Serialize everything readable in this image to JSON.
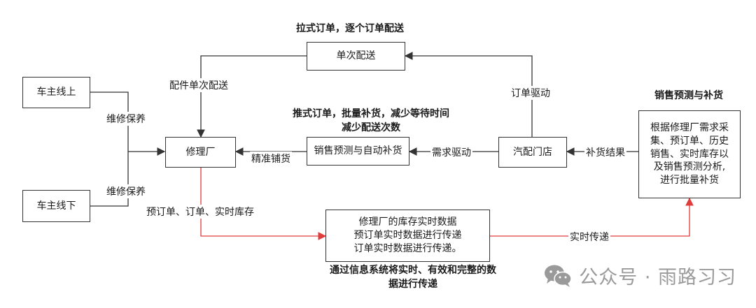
{
  "nodes": {
    "single_delivery": "单次配送",
    "owner_online": "车主线上",
    "owner_offline": "车主线下",
    "repair_shop": "修理厂",
    "forecast_replenish": "销售预测与自动补货",
    "parts_store": "汽配门店",
    "forecast_detail": [
      "根据修理厂需求采",
      "集、预订单、历史",
      "销售、实时库存以",
      "及销售预测分析,",
      "进行批量补货"
    ],
    "realtime_data": [
      "修理厂的库存实时数据",
      "预订单实时数据进行传递",
      "订单实时数据进行传递。"
    ]
  },
  "edge_labels": {
    "parts_single": "配件单次配送",
    "maintenance_top": "维修保养",
    "maintenance_bottom": "维修保养",
    "order_driven": "订单驱动",
    "precise_stock": "精准铺货",
    "demand_driven": "需求驱动",
    "replenish_result": "补货结果",
    "preorder_stock": "预订单、订单、实时库存",
    "realtime_transfer": "实时传递"
  },
  "captions": {
    "pull_mode": "拉式订单，逐个订单配送",
    "push_mode": [
      "推式订单，批量补货，减少等待时间",
      "减少配送次数"
    ],
    "sales_forecast": "销售预测与补货",
    "info_system": [
      "通过信息系统将实时、有效和完整的数",
      "据进行传递"
    ]
  },
  "watermark": {
    "icon": "wechat-icon",
    "text": "公众号 · 雨路习习"
  },
  "colors": {
    "line": "#333333",
    "highlight": "#e03c3c",
    "watermark": "#9a9a9a"
  }
}
